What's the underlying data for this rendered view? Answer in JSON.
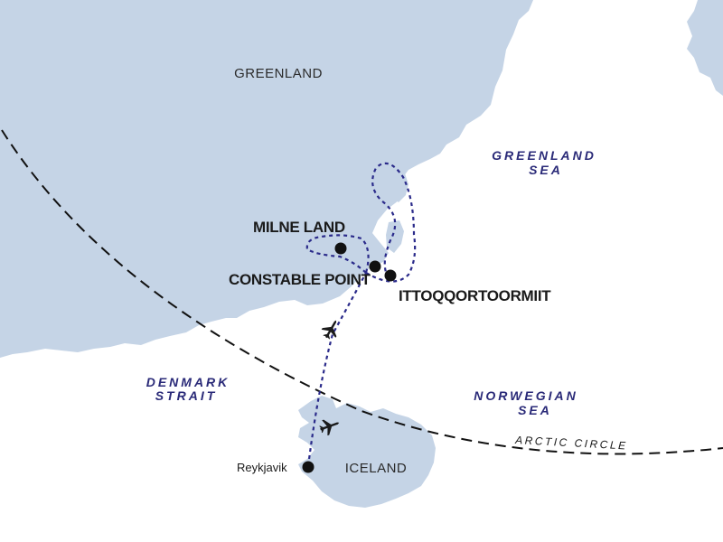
{
  "colors": {
    "land": "#c5d4e6",
    "sea": "#ffffff",
    "route": "#2a2a8a",
    "arctic_circle": "#111111",
    "marker": "#111111"
  },
  "labels": {
    "greenland": "GREENLAND",
    "iceland": "ICELAND",
    "milne_land": "MILNE LAND",
    "constable_point": "CONSTABLE POINT",
    "ittoqqortoormiit": "ITTOQQORTOORMIIT",
    "reykjavik": "Reykjavik",
    "greenland_sea_1": "GREENLAND",
    "greenland_sea_2": "SEA",
    "denmark_strait_1": "DENMARK",
    "denmark_strait_2": "STRAIT",
    "norwegian_sea_1": "NORWEGIAN",
    "norwegian_sea_2": "SEA",
    "arctic_circle": "ARCTIC CIRCLE"
  },
  "icons": {
    "route_flight_1": "airplane-icon",
    "route_flight_2": "airplane-icon",
    "location_marker": "filled-circle-marker"
  }
}
